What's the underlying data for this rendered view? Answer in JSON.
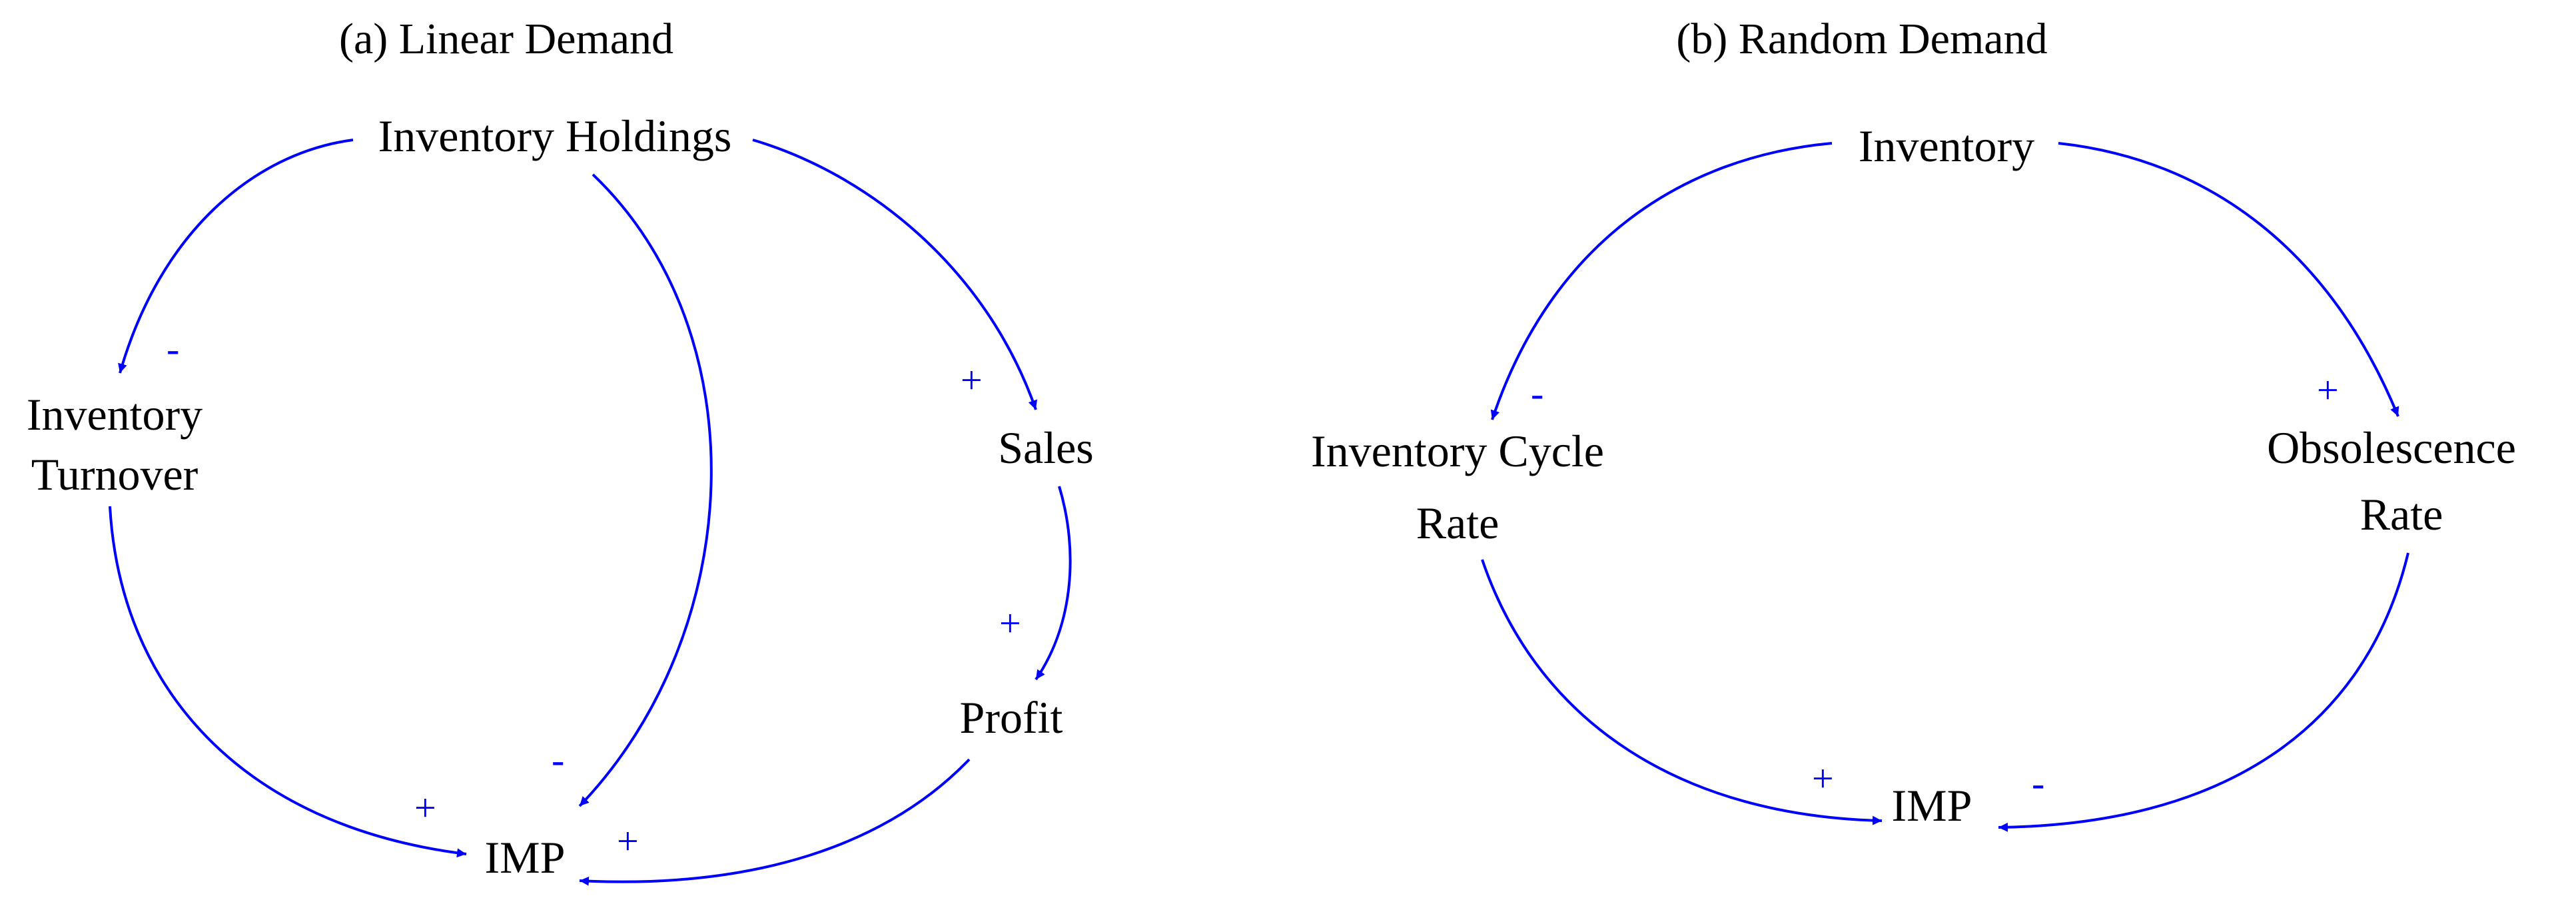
{
  "colors": {
    "link": "#0000ff",
    "text": "#000000",
    "background": "#ffffff"
  },
  "panel_a": {
    "title": "(a) Linear Demand",
    "nodes": {
      "inventory_holdings": "Inventory Holdings",
      "inventory_turnover_l1": "Inventory",
      "inventory_turnover_l2": "Turnover",
      "sales": "Sales",
      "profit": "Profit",
      "imp": "IMP"
    },
    "links": [
      {
        "from": "Inventory Holdings",
        "to": "Inventory Turnover",
        "polarity": "-"
      },
      {
        "from": "Inventory Holdings",
        "to": "IMP",
        "polarity": "-"
      },
      {
        "from": "Inventory Holdings",
        "to": "Sales",
        "polarity": "+"
      },
      {
        "from": "Sales",
        "to": "Profit",
        "polarity": "+"
      },
      {
        "from": "Inventory Turnover",
        "to": "IMP",
        "polarity": "+"
      },
      {
        "from": "Profit",
        "to": "IMP",
        "polarity": "+"
      }
    ]
  },
  "panel_b": {
    "title": "(b) Random Demand",
    "nodes": {
      "inventory": "Inventory",
      "cycle_rate_l1": "Inventory Cycle",
      "cycle_rate_l2": "Rate",
      "obsolescence_l1": "Obsolescence",
      "obsolescence_l2": "Rate",
      "imp": "IMP"
    },
    "links": [
      {
        "from": "Inventory",
        "to": "Inventory Cycle Rate",
        "polarity": "-"
      },
      {
        "from": "Inventory",
        "to": "Obsolescence Rate",
        "polarity": "+"
      },
      {
        "from": "Inventory Cycle Rate",
        "to": "IMP",
        "polarity": "+"
      },
      {
        "from": "Obsolescence Rate",
        "to": "IMP",
        "polarity": "-"
      }
    ]
  }
}
